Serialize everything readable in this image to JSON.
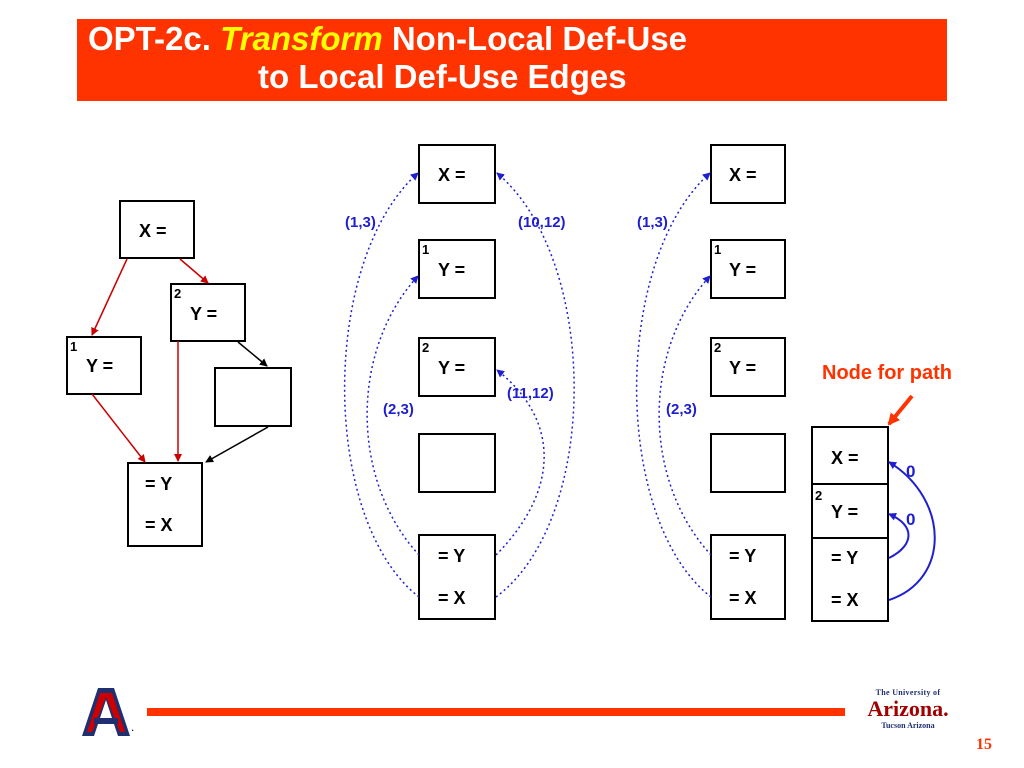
{
  "title": {
    "prefix": "OPT-2c.",
    "emphasis": "Transform",
    "rest": "Non-Local Def-Use",
    "line2": "to Local Def-Use Edges"
  },
  "boxes": {
    "x_def": "X =",
    "y_def": "Y =",
    "y_use": "= Y",
    "x_use": "= X",
    "sup1": "1",
    "sup2": "2"
  },
  "edge_labels": {
    "mid_13": "(1,3)",
    "mid_1012": "(10,12)",
    "mid_23": "(2,3)",
    "mid_1112": "(11,12)",
    "right_13": "(1,3)",
    "right_23": "(2,3)"
  },
  "path_node": {
    "annotation": "Node for path",
    "weight_top": "0",
    "weight_bottom": "0"
  },
  "footer": {
    "page_number": "15",
    "logo_letter": "A",
    "univ_top": "The University of",
    "univ_mid": "Arizona.",
    "univ_bot": "Tucson Arizona"
  },
  "colors": {
    "accent": "#ff3300",
    "title_emphasis": "#ffff00",
    "def_use_edge": "#cc0000",
    "dotted_edge": "#1f1fd0"
  }
}
